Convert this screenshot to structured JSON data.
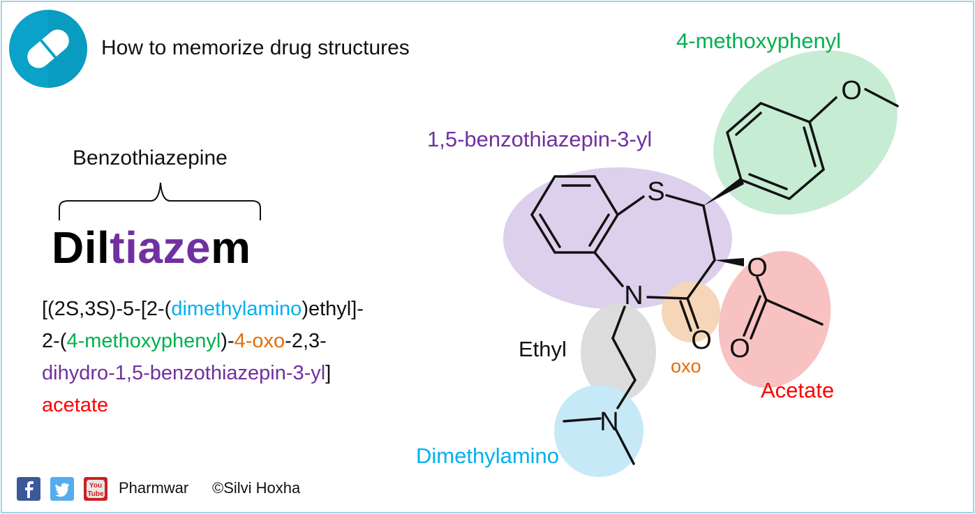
{
  "title": "How to memorize drug structures",
  "brace_label": "Benzothiazepine",
  "drug_name": {
    "parts": [
      {
        "text": "Dil",
        "color": "#000000"
      },
      {
        "text": "tiaze",
        "color": "#7030a0"
      },
      {
        "text": "m",
        "color": "#000000"
      }
    ]
  },
  "iupac_lines": [
    [
      {
        "text": "[(2S,3S)-5-[2-(",
        "color": "#111111"
      },
      {
        "text": "dimethylamino",
        "color": "#00b0f0"
      },
      {
        "text": ")ethyl]-",
        "color": "#111111"
      }
    ],
    [
      {
        "text": "2-(",
        "color": "#111111"
      },
      {
        "text": "4-methoxyphenyl",
        "color": "#00b050"
      },
      {
        "text": ")-",
        "color": "#111111"
      },
      {
        "text": "4-oxo",
        "color": "#e36c09"
      },
      {
        "text": "-2,3-",
        "color": "#111111"
      }
    ],
    [
      {
        "text": "dihydro-1,5-benzothiazepin-3-yl",
        "color": "#7030a0"
      },
      {
        "text": "]",
        "color": "#111111"
      }
    ],
    [
      {
        "text": "acetate",
        "color": "#ff0000"
      }
    ]
  ],
  "molecule": {
    "atom_S": "S",
    "atom_N_ring": "N",
    "atom_O_ester": "O",
    "atom_O_carbonyl": "O",
    "atom_O_acetyl": "O",
    "atom_O_methoxy": "O",
    "atom_N_amine": "N"
  },
  "groups": {
    "methoxyphenyl": {
      "label": "4-methoxyphenyl",
      "color": "#00b050",
      "fill": "#c6ecd4"
    },
    "benzothiazepin": {
      "label": "1,5-benzothiazepin-3-yl",
      "color": "#7030a0",
      "fill": "#dcd0ec"
    },
    "ethyl": {
      "label": "Ethyl",
      "color": "#111111",
      "fill": "#dcdcdc"
    },
    "oxo": {
      "label": "oxo",
      "color": "#e36c09",
      "fill": "#f6d6b8"
    },
    "acetate": {
      "label": "Acetate",
      "color": "#ff0000",
      "fill": "#f8c2c2"
    },
    "dimethylamino": {
      "label": "Dimethylamino",
      "color": "#00b0f0",
      "fill": "#c6e9f8"
    }
  },
  "footer": {
    "icons": [
      "facebook-icon",
      "twitter-icon",
      "youtube-icon"
    ],
    "youtube_text": [
      "You",
      "Tube"
    ],
    "brand": "Pharmwar",
    "copyright": "©Silvi Hoxha"
  },
  "colors": {
    "frame": "#9fd3e3",
    "logo": "#0aa2c8",
    "facebook": "#3b5998",
    "twitter": "#55acee",
    "youtube": "#cd201f"
  }
}
